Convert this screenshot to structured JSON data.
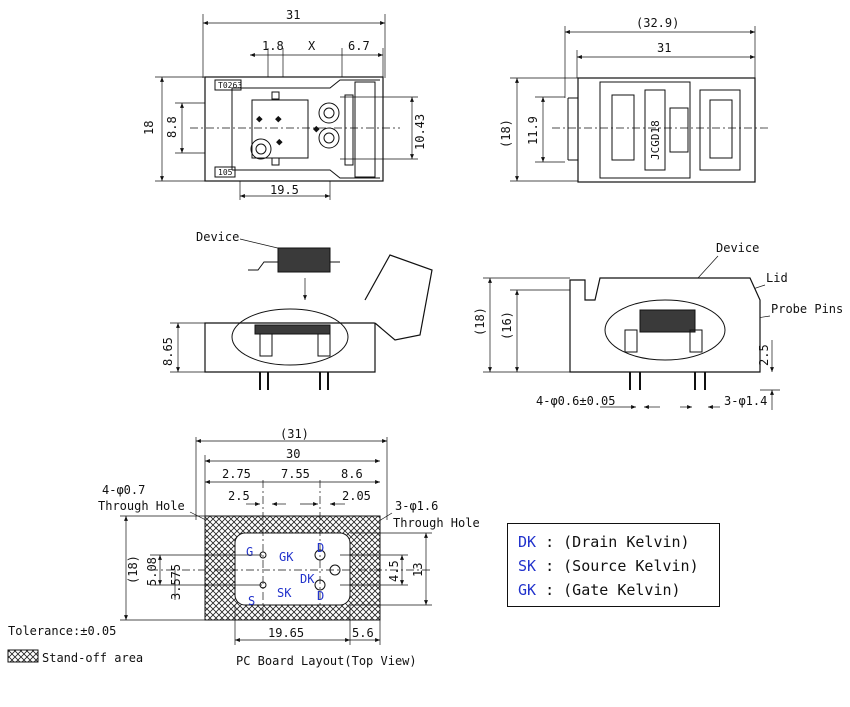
{
  "top_left_view": {
    "dim_overall_width": "31",
    "dim_left": "1.8",
    "dim_mid": "X",
    "dim_right": "6.7",
    "dim_height": "18",
    "dim_inner_height": "8.8",
    "dim_pitch": "10.43",
    "dim_bottom": "19.5",
    "label_top": "T0263",
    "label_bottom": "105"
  },
  "top_right_view": {
    "dim_overall": "(32.9)",
    "dim_width": "31",
    "dim_height": "(18)",
    "dim_inner": "11.9",
    "lid_text": "JCGD18"
  },
  "mid_left_view": {
    "device_label": "Device",
    "dim_height": "8.65"
  },
  "mid_right_view": {
    "device_label": "Device",
    "lid_label": "Lid",
    "probe_label": "Probe Pins",
    "dim_height_outer": "(18)",
    "dim_height_inner": "(16)",
    "dim_pin_len": "2.5",
    "dim_pins_small": "4-φ0.6±0.05",
    "dim_pins_large": "3-φ1.4"
  },
  "pcb_view": {
    "dim_overall": "(31)",
    "dim_width": "30",
    "dim_a": "2.75",
    "dim_b": "7.55",
    "dim_c": "8.6",
    "dim_d": "2.5",
    "dim_e": "2.05",
    "hole_small": "4-φ0.7",
    "hole_small_note": "Through Hole",
    "hole_large": "3-φ1.6",
    "hole_large_note": "Through Hole",
    "dim_height": "(18)",
    "dim_v1": "5.08",
    "dim_v2": "3.575",
    "dim_v3": "4.5",
    "dim_v4": "13",
    "dim_bottom_a": "19.65",
    "dim_bottom_b": "5.6",
    "pin_g": "G",
    "pin_gk": "GK",
    "pin_d_top": "D",
    "pin_dk": "DK",
    "pin_s": "S",
    "pin_sk": "SK",
    "pin_d_bottom": "D",
    "caption": "PC Board Layout(Top View)"
  },
  "notes": {
    "tolerance": "Tolerance:±0.05",
    "standoff": "Stand-off area"
  },
  "legend": [
    {
      "code": "DK",
      "sep": " : ",
      "desc": "(Drain Kelvin)"
    },
    {
      "code": "SK",
      "sep": " : ",
      "desc": "(Source Kelvin)"
    },
    {
      "code": "GK",
      "sep": " : ",
      "desc": "(Gate Kelvin)"
    }
  ]
}
